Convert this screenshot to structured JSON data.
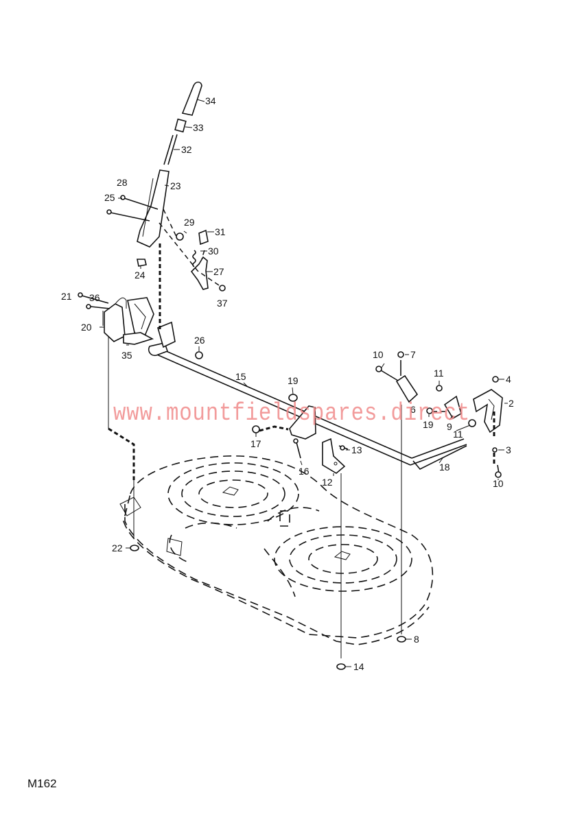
{
  "diagram": {
    "code": "M162",
    "watermark": "www.mountfieldspares.direct",
    "callouts": [
      "34",
      "33",
      "32",
      "23",
      "28",
      "25",
      "29",
      "31",
      "30",
      "27",
      "24",
      "37",
      "21",
      "36",
      "20",
      "35",
      "26",
      "15",
      "19",
      "17",
      "16",
      "12",
      "13",
      "10",
      "7",
      "6",
      "11",
      "4",
      "2",
      "19",
      "9",
      "11",
      "3",
      "18",
      "10",
      "22",
      "8",
      "14"
    ]
  }
}
